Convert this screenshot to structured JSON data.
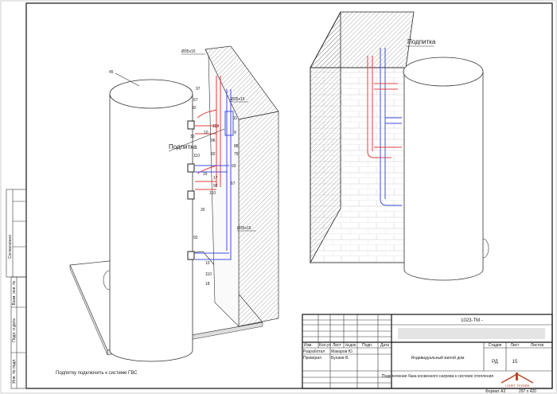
{
  "side_stamp": {
    "agreed": "Согласовано",
    "replace_inv": "Взам. инв. №",
    "sign_date": "Подп. и дата",
    "inv_orig": "Инв. № подл."
  },
  "left_view": {
    "tank_label": "45",
    "makeup_label": "Подпитка",
    "caption": "Подпитку подключить к системе ГВС",
    "pipe_labels": [
      "Ø35x15",
      "Ø35x15",
      "Ø35x15"
    ],
    "callouts": [
      "97",
      "67",
      "92",
      "113",
      "10",
      "30",
      "11",
      "96",
      "9",
      "88",
      "75",
      "110",
      "92",
      "93",
      "16",
      "17",
      "92",
      "67",
      "110",
      "30",
      "92",
      "10",
      "110",
      "18"
    ]
  },
  "right_view": {
    "makeup_label": "Подпитка"
  },
  "title_block": {
    "doc_code": "1023-ТМ -",
    "columns": [
      "Изм.",
      "Кол.уч",
      "Лист",
      "№док",
      "Подп.",
      "Дата"
    ],
    "developed_label": "Разработал",
    "developed_name": "Макаров Ю.",
    "checked_label": "Проверил",
    "checked_name": "Булаев В.",
    "object": "Индивидуальный жилой дом",
    "stage_label": "Стадия",
    "sheet_label": "Лист",
    "sheets_label": "Листов",
    "stage": "РД",
    "sheet": "15",
    "sheets": "",
    "drawing_title": "Подключение бака косвенного нагрева к системе отопления",
    "logo_text": "САНКТ ТЕХНИК",
    "format_label": "Формат А3",
    "format_size": "297 x 420"
  },
  "colors": {
    "supply": "#e04040",
    "return": "#4050e0",
    "logo": "#b5482a"
  }
}
